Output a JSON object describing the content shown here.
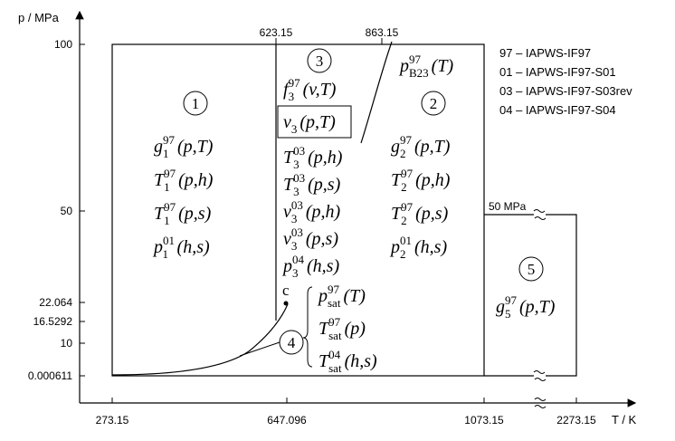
{
  "axes": {
    "y_label": "p / MPa",
    "x_label": "T / K",
    "y_ticks": [
      "100",
      "50",
      "22.064",
      "16.5292",
      "10",
      "0.000611"
    ],
    "x_ticks": [
      "273.15",
      "647.096",
      "1073.15",
      "2273.15"
    ],
    "top_ticks": [
      "623.15",
      "863.15"
    ]
  },
  "regions": {
    "r1": {
      "number": "1",
      "equations": [
        {
          "base": "g",
          "sub": "1",
          "sup": "97",
          "args": "(p,T)"
        },
        {
          "base": "T",
          "sub": "1",
          "sup": "97",
          "args": "(p,h)"
        },
        {
          "base": "T",
          "sub": "1",
          "sup": "97",
          "args": "(p,s)"
        },
        {
          "base": "p",
          "sub": "1",
          "sup": "01",
          "args": "(h,s)"
        }
      ]
    },
    "r2": {
      "number": "2",
      "equations": [
        {
          "base": "g",
          "sub": "2",
          "sup": "97",
          "args": "(p,T)"
        },
        {
          "base": "T",
          "sub": "2",
          "sup": "97",
          "args": "(p,h)"
        },
        {
          "base": "T",
          "sub": "2",
          "sup": "97",
          "args": "(p,s)"
        },
        {
          "base": "p",
          "sub": "2",
          "sup": "01",
          "args": "(h,s)"
        }
      ]
    },
    "r3": {
      "number": "3",
      "equations": [
        {
          "base": "f",
          "sub": "3",
          "sup": "97",
          "args": "(v,T)"
        },
        {
          "base": "v",
          "sub": "3",
          "sup": "",
          "args": "(p,T)"
        },
        {
          "base": "T",
          "sub": "3",
          "sup": "03",
          "args": "(p,h)"
        },
        {
          "base": "T",
          "sub": "3",
          "sup": "03",
          "args": "(p,s)"
        },
        {
          "base": "v",
          "sub": "3",
          "sup": "03",
          "args": "(p,h)"
        },
        {
          "base": "v",
          "sub": "3",
          "sup": "03",
          "args": "(p,s)"
        },
        {
          "base": "p",
          "sub": "3",
          "sup": "04",
          "args": "(h,s)"
        }
      ]
    },
    "r4": {
      "number": "4",
      "critical_point": "c",
      "equations": [
        {
          "base": "p",
          "sub": "sat",
          "sup": "97",
          "args": "(T)"
        },
        {
          "base": "T",
          "sub": "sat",
          "sup": "97",
          "args": "(p)"
        },
        {
          "base": "T",
          "sub": "sat",
          "sup": "04",
          "args": "(h,s)"
        }
      ]
    },
    "r5": {
      "number": "5",
      "boundary_label": "50 MPa",
      "equations": [
        {
          "base": "g",
          "sub": "5",
          "sup": "97",
          "args": "(p,T)"
        }
      ]
    },
    "b23": {
      "base": "p",
      "sub": "B23",
      "sup": "97",
      "args": "(T)"
    }
  },
  "legend": [
    "97 – IAPWS-IF97",
    "01 – IAPWS-IF97-S01",
    "03 – IAPWS-IF97-S03rev",
    "04 – IAPWS-IF97-S04"
  ]
}
